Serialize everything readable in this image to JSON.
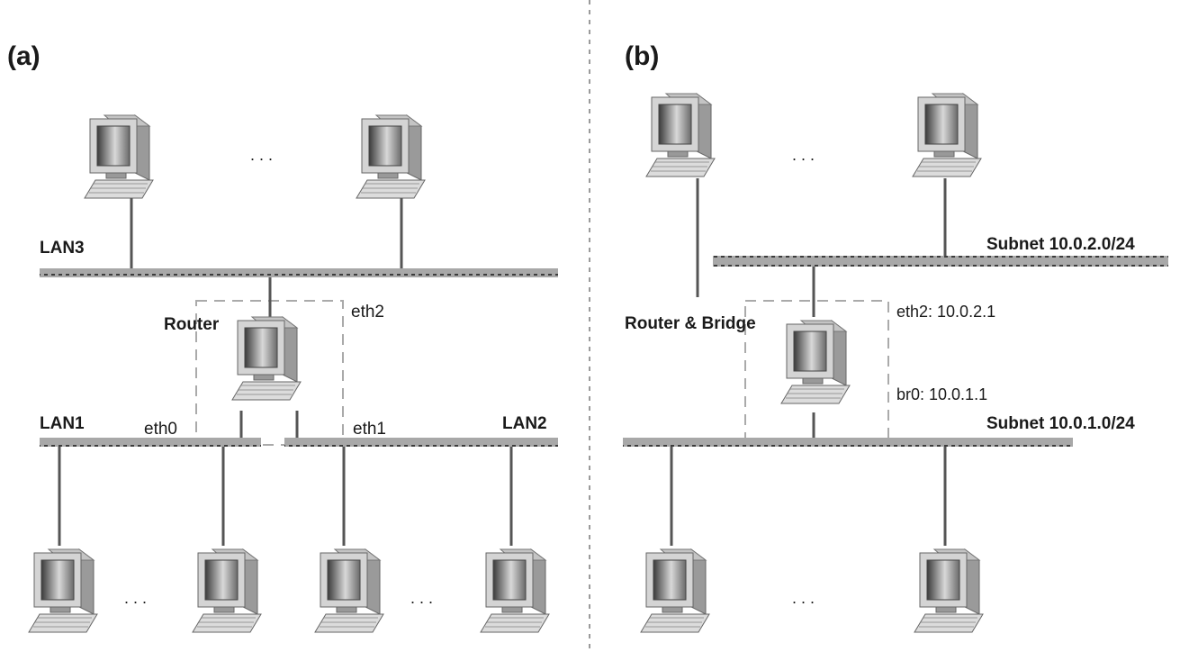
{
  "panel_a": {
    "tag": "(a)",
    "lan3": "LAN3",
    "lan1": "LAN1",
    "lan2": "LAN2",
    "router": "Router",
    "eth0": "eth0",
    "eth1": "eth1",
    "eth2": "eth2",
    "ellipsis_top": ". . .",
    "ellipsis_bottom_left": ". . .",
    "ellipsis_bottom_right": ". . ."
  },
  "panel_b": {
    "tag": "(b)",
    "subnet_top": "Subnet 10.0.2.0/24",
    "subnet_bottom": "Subnet 10.0.1.0/24",
    "router_bridge": "Router & Bridge",
    "eth2": "eth2: 10.0.2.1",
    "br0": "br0: 10.0.1.1",
    "ellipsis_top": ". . .",
    "ellipsis_bottom": ". . ."
  },
  "icons": [
    "computer-icon"
  ],
  "colors": {
    "bus": "#9a9a9a",
    "line": "#555555",
    "dashed": "#aaaaaa"
  }
}
